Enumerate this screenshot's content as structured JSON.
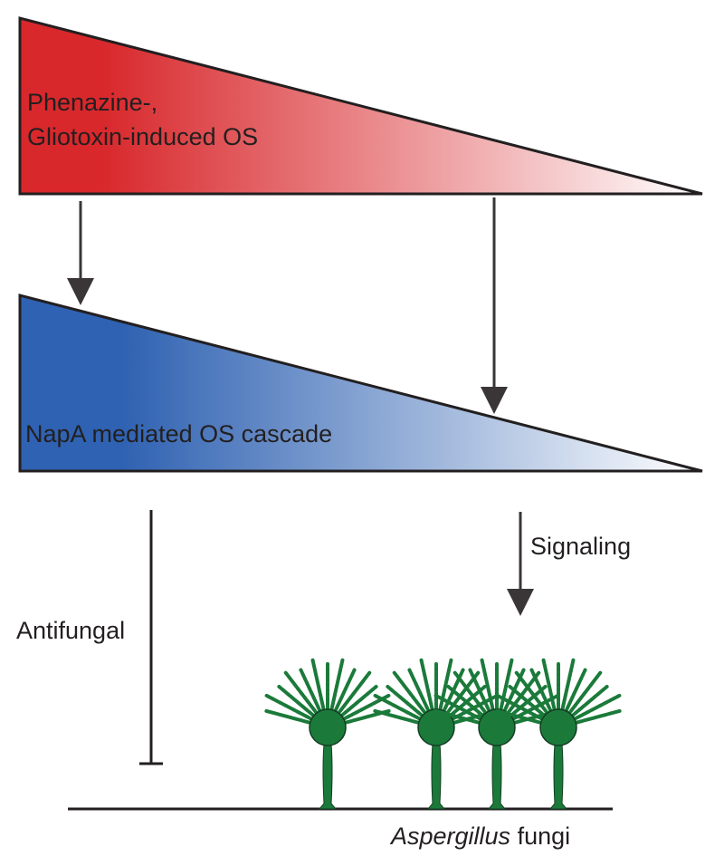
{
  "red_wedge": {
    "label_line1": "Phenazine-,",
    "label_line2": "Gliotoxin-induced OS",
    "color_start": "#d8282c",
    "color_end": "#ffffff"
  },
  "blue_wedge": {
    "label": "NapA mediated OS cascade",
    "color_start": "#2f62b2",
    "color_end": "#ffffff"
  },
  "left_inhibitor": {
    "label": "Antifungal"
  },
  "right_arrow": {
    "label": "Signaling"
  },
  "fungi": {
    "label_italic": "Aspergillus",
    "label_rest": " fungi",
    "color": "#1b7a3a"
  },
  "arrow_color": "#3a3536"
}
